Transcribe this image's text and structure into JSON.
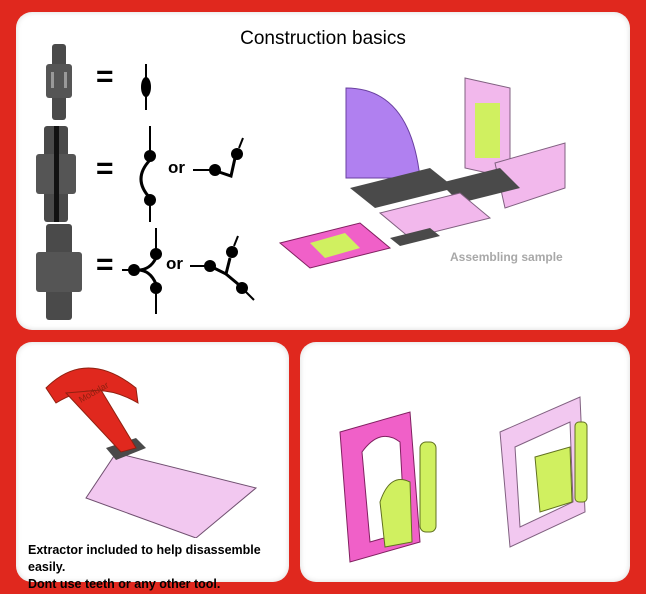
{
  "top_panel": {
    "title": "Construction basics",
    "rows": [
      {
        "equals": "=",
        "or": null
      },
      {
        "equals": "=",
        "or": "or"
      },
      {
        "equals": "=",
        "or": "or"
      }
    ],
    "assembling_label": "Assembling sample"
  },
  "extractor_panel": {
    "logo_text": "Modular",
    "caption_line1": "Extractor included to help disassemble easily.",
    "caption_line2": "Dont use teeth or any other tool."
  },
  "colors": {
    "background": "#e0281e",
    "connector": "#4a4a4a",
    "pink": "#f2b8ec",
    "magenta": "#f060c8",
    "purple": "#b080f0",
    "lime": "#d0f060",
    "extractor": "#e0281e"
  }
}
